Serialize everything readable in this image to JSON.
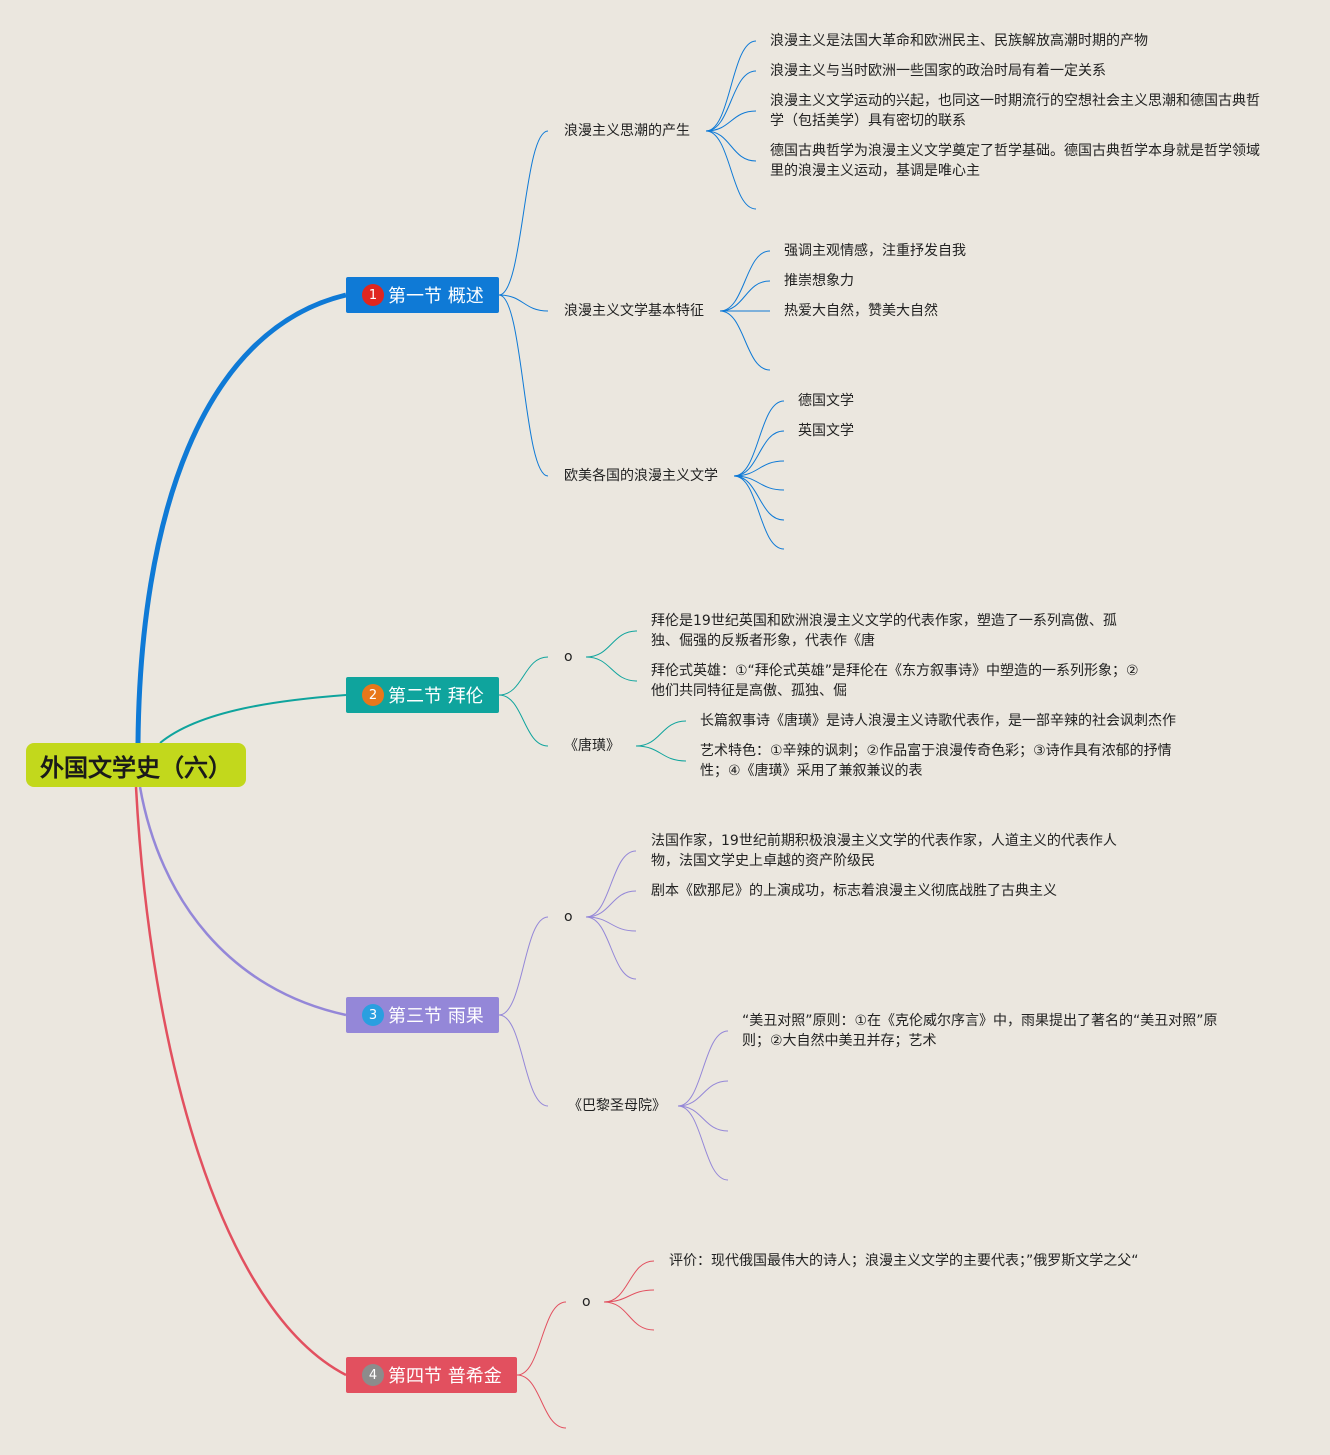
{
  "root": {
    "label": "外国文学史（六）"
  },
  "sections": [
    {
      "label": "第一节 概述",
      "badge": "1",
      "color": "#0f7ad6",
      "badge_color": "#e0261f",
      "topics": [
        {
          "label": "浪漫主义思潮的产生",
          "leaves": [
            "浪漫主义是法国大革命和欧洲民主、民族解放高潮时期的产物",
            "浪漫主义与当时欧洲一些国家的政治时局有着一定关系",
            "浪漫主义文学运动的兴起，也同这一时期流行的空想社会主义思潮和德国古典哲学（包括美学）具有密切的联系",
            "德国古典哲学为浪漫主义文学奠定了哲学基础。德国古典哲学本身就是哲学领域里的浪漫主义运动，基调是唯心主",
            ""
          ]
        },
        {
          "label": "浪漫主义文学基本特征",
          "leaves": [
            "强调主观情感，注重抒发自我",
            "推崇想象力",
            "热爱大自然，赞美大自然",
            ""
          ]
        },
        {
          "label": "欧美各国的浪漫主义文学",
          "leaves": [
            "德国文学",
            "英国文学",
            "",
            "",
            "",
            ""
          ]
        }
      ]
    },
    {
      "label": "第二节 拜伦",
      "badge": "2",
      "color": "#0fa49d",
      "badge_color": "#e8771a",
      "topics": [
        {
          "label": "o",
          "leaves": [
            "拜伦是19世纪英国和欧洲浪漫主义文学的代表作家，塑造了一系列高傲、孤独、倔强的反叛者形象，代表作《唐",
            "拜伦式英雄：①“拜伦式英雄”是拜伦在《东方叙事诗》中塑造的一系列形象；②他们共同特征是高傲、孤独、倔"
          ]
        },
        {
          "label": "《唐璜》",
          "leaves": [
            "长篇叙事诗《唐璜》是诗人浪漫主义诗歌代表作，是一部辛辣的社会讽刺杰作",
            "艺术特色：①辛辣的讽刺；②作品富于浪漫传奇色彩；③诗作具有浓郁的抒情性；④《唐璜》采用了兼叙兼议的表"
          ]
        }
      ]
    },
    {
      "label": "第三节 雨果",
      "badge": "3",
      "color": "#9487d8",
      "badge_color": "#2a9fe0",
      "topics": [
        {
          "label": "o",
          "leaves": [
            "法国作家，19世纪前期积极浪漫主义文学的代表作家，人道主义的代表作人物，法国文学史上卓越的资产阶级民",
            "剧本《欧那尼》的上演成功，标志着浪漫主义彻底战胜了古典主义",
            "",
            ""
          ]
        },
        {
          "label": "《巴黎圣母院》",
          "leaves": [
            "“美丑对照”原则：①在《克伦威尔序言》中，雨果提出了著名的“美丑对照”原则；②大自然中美丑并存；艺术",
            "",
            "",
            ""
          ]
        }
      ]
    },
    {
      "label": "第四节 普希金",
      "badge": "4",
      "color": "#e2505f",
      "badge_color": "#8c8c8c",
      "topics": [
        {
          "label": "o",
          "leaves": [
            "评价：现代俄国最伟大的诗人；浪漫主义文学的主要代表；”俄罗斯文学之父“",
            "",
            ""
          ]
        },
        {
          "label": "",
          "leaves": []
        }
      ]
    }
  ]
}
